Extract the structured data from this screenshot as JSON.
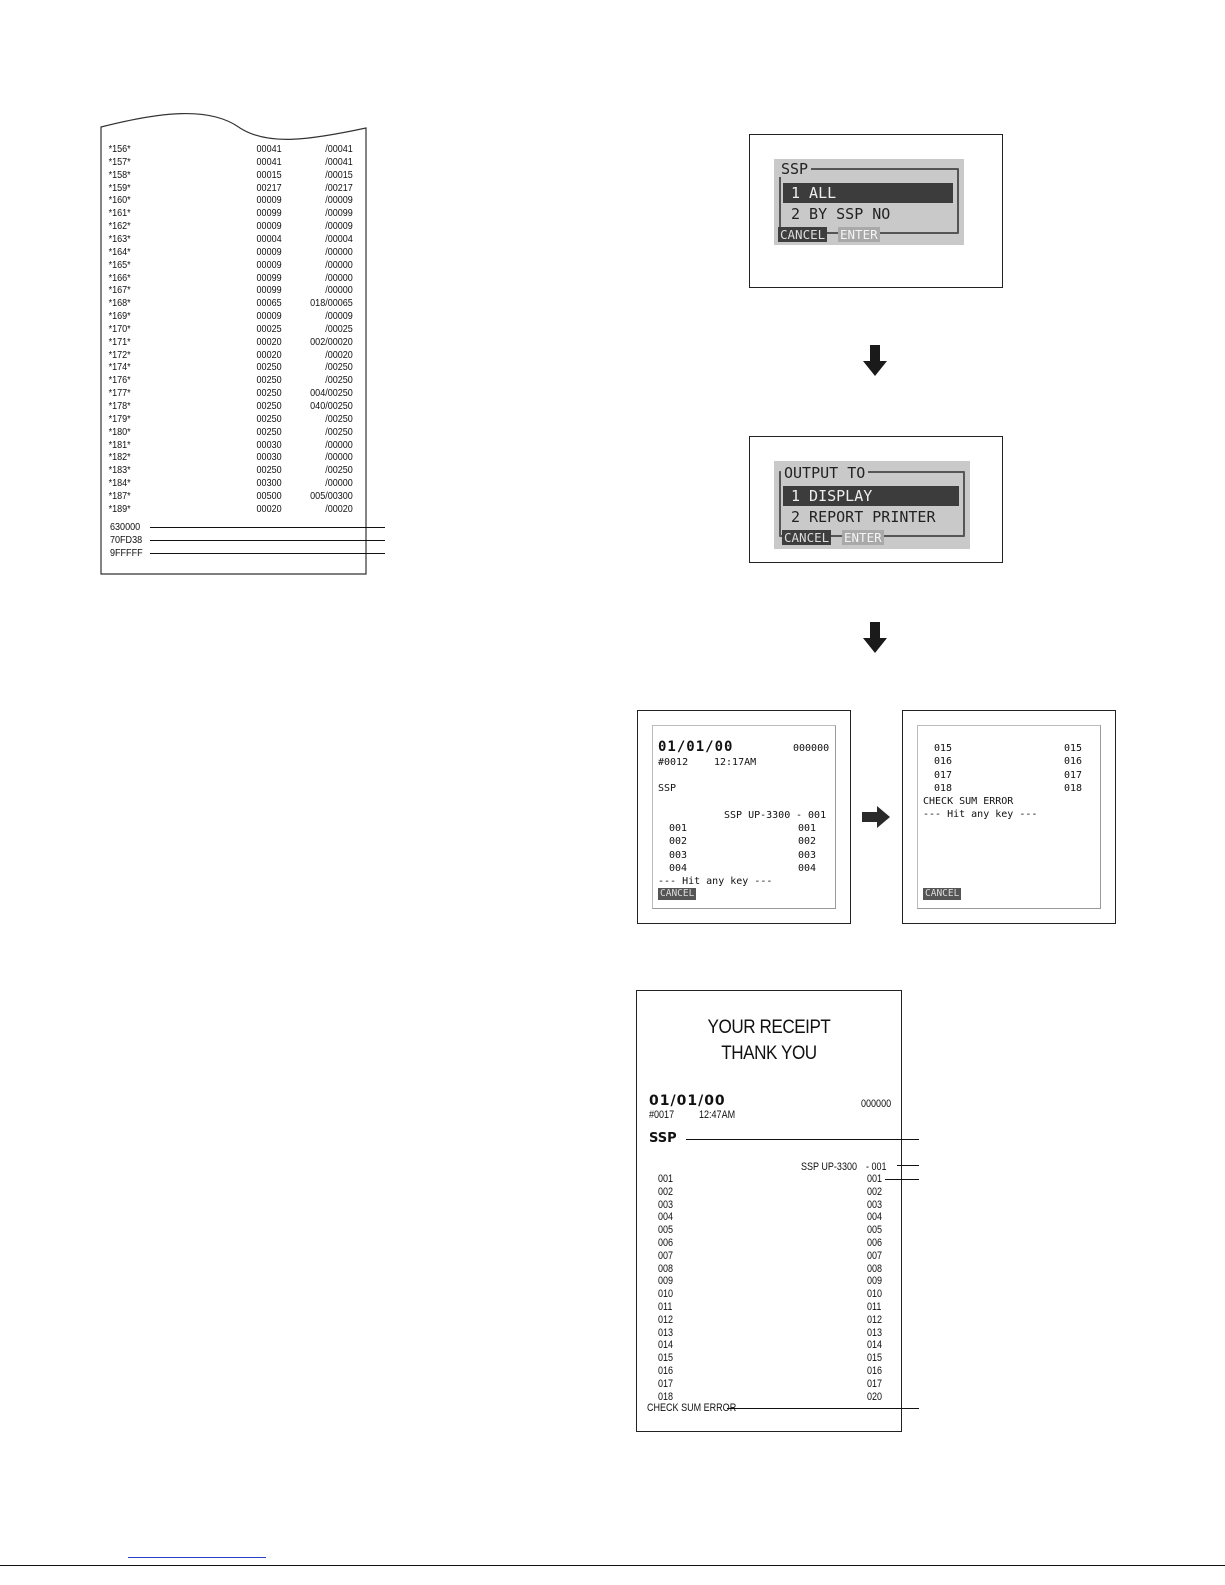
{
  "left_receipt": {
    "rows": [
      [
        "*156*",
        "00041",
        "/00041"
      ],
      [
        "*157*",
        "00041",
        "/00041"
      ],
      [
        "*158*",
        "00015",
        "/00015"
      ],
      [
        "*159*",
        "00217",
        "/00217"
      ],
      [
        "*160*",
        "00009",
        "/00009"
      ],
      [
        "*161*",
        "00099",
        "/00099"
      ],
      [
        "*162*",
        "00009",
        "/00009"
      ],
      [
        "*163*",
        "00004",
        "/00004"
      ],
      [
        "*164*",
        "00009",
        "/00000"
      ],
      [
        "*165*",
        "00009",
        "/00000"
      ],
      [
        "*166*",
        "00099",
        "/00000"
      ],
      [
        "*167*",
        "00099",
        "/00000"
      ],
      [
        "*168*",
        "00065",
        "018/00065"
      ],
      [
        "*169*",
        "00009",
        "/00009"
      ],
      [
        "*170*",
        "00025",
        "/00025"
      ],
      [
        "*171*",
        "00020",
        "002/00020"
      ],
      [
        "*172*",
        "00020",
        "/00020"
      ],
      [
        "*174*",
        "00250",
        "/00250"
      ],
      [
        "*176*",
        "00250",
        "/00250"
      ],
      [
        "*177*",
        "00250",
        "004/00250"
      ],
      [
        "*178*",
        "00250",
        "040/00250"
      ],
      [
        "*179*",
        "00250",
        "/00250"
      ],
      [
        "*180*",
        "00250",
        "/00250"
      ],
      [
        "*181*",
        "00030",
        "/00000"
      ],
      [
        "*182*",
        "00030",
        "/00000"
      ],
      [
        "*183*",
        "00250",
        "/00250"
      ],
      [
        "*184*",
        "00300",
        "/00000"
      ],
      [
        "*187*",
        "00500",
        "005/00300"
      ],
      [
        "*189*",
        "00020",
        "/00020"
      ]
    ],
    "hex_lines": [
      "630000",
      "70FD38",
      "9FFFFF"
    ]
  },
  "menu_ssp": {
    "title": "SSP",
    "items": [
      "1 ALL",
      "2 BY SSP NO"
    ],
    "selected_index": 0,
    "cancel": "CANCEL",
    "enter": "ENTER"
  },
  "menu_output": {
    "title": "OUTPUT TO",
    "items": [
      "1 DISPLAY",
      "2 REPORT PRINTER"
    ],
    "selected_index": 0,
    "cancel": "CANCEL",
    "enter": "ENTER"
  },
  "screen1": {
    "date": "01/01/00",
    "number": "000000",
    "consec": "#0012",
    "time": "12:17AM",
    "label": "SSP",
    "model": "SSP UP-3300",
    "model_no": "- 001",
    "rows": [
      [
        "001",
        "001"
      ],
      [
        "002",
        "002"
      ],
      [
        "003",
        "003"
      ],
      [
        "004",
        "004"
      ]
    ],
    "prompt": "--- Hit any key ---",
    "cancel": "CANCEL"
  },
  "screen2": {
    "rows": [
      [
        "015",
        "015"
      ],
      [
        "016",
        "016"
      ],
      [
        "017",
        "017"
      ],
      [
        "018",
        "018"
      ]
    ],
    "error": "CHECK SUM ERROR",
    "prompt": "--- Hit any key ---",
    "cancel": "CANCEL"
  },
  "receipt2": {
    "head1": "YOUR RECEIPT",
    "head2": "THANK YOU",
    "date": "01/01/00",
    "number": "000000",
    "consec": "#0017",
    "time": "12:47AM",
    "label": "SSP",
    "model": "SSP UP-3300",
    "model_no": "- 001",
    "rows": [
      [
        "001",
        "001"
      ],
      [
        "002",
        "002"
      ],
      [
        "003",
        "003"
      ],
      [
        "004",
        "004"
      ],
      [
        "005",
        "005"
      ],
      [
        "006",
        "006"
      ],
      [
        "007",
        "007"
      ],
      [
        "008",
        "008"
      ],
      [
        "009",
        "009"
      ],
      [
        "010",
        "010"
      ],
      [
        "011",
        "011"
      ],
      [
        "012",
        "012"
      ],
      [
        "013",
        "013"
      ],
      [
        "014",
        "014"
      ],
      [
        "015",
        "015"
      ],
      [
        "016",
        "016"
      ],
      [
        "017",
        "017"
      ],
      [
        "018",
        "020"
      ]
    ],
    "error": "CHECK SUM ERROR"
  }
}
